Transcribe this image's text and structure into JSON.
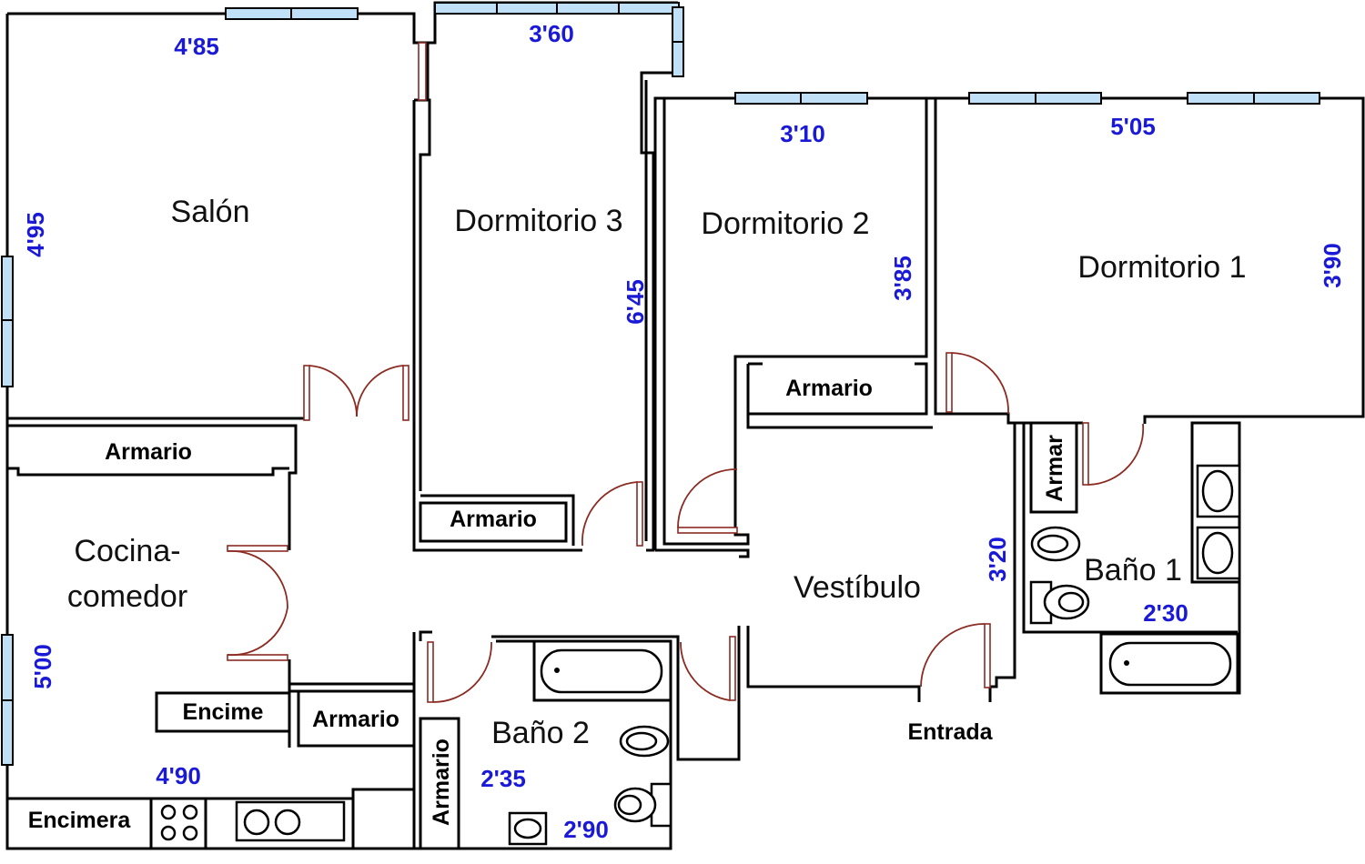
{
  "rooms": {
    "salon": "Salón",
    "dormitorio3": "Dormitorio 3",
    "dormitorio2": "Dormitorio 2",
    "dormitorio1": "Dormitorio 1",
    "cocina_line1": "Cocina-",
    "cocina_line2": "comedor",
    "vestibulo": "Vestíbulo",
    "bano1": "Baño 1",
    "bano2": "Baño 2"
  },
  "labels": {
    "armario_salon": "Armario",
    "armario_dorm3": "Armario",
    "armario_dorm2": "Armario",
    "armario_cocina": "Armario",
    "armario_bano2": "Armario",
    "armar_bano1": "Armar",
    "encime": "Encime",
    "encimera": "Encimera",
    "entrada": "Entrada"
  },
  "dimensions": {
    "salon_width": "4'85",
    "salon_height": "4'95",
    "dorm3_width": "3'60",
    "dorm3_height": "6'45",
    "dorm2_width": "3'10",
    "dorm2_height": "3'85",
    "dorm1_width": "5'05",
    "dorm1_height": "3'90",
    "cocina_height": "5'00",
    "cocina_width": "4'90",
    "vestibulo": "3'20",
    "bano1": "2'30",
    "bano2_a": "2'35",
    "bano2_b": "2'90"
  },
  "colors": {
    "walls": "#000000",
    "windows": "#bfe0f6",
    "doors": "#8b2b22",
    "dimensions": "#1a1ad6"
  }
}
